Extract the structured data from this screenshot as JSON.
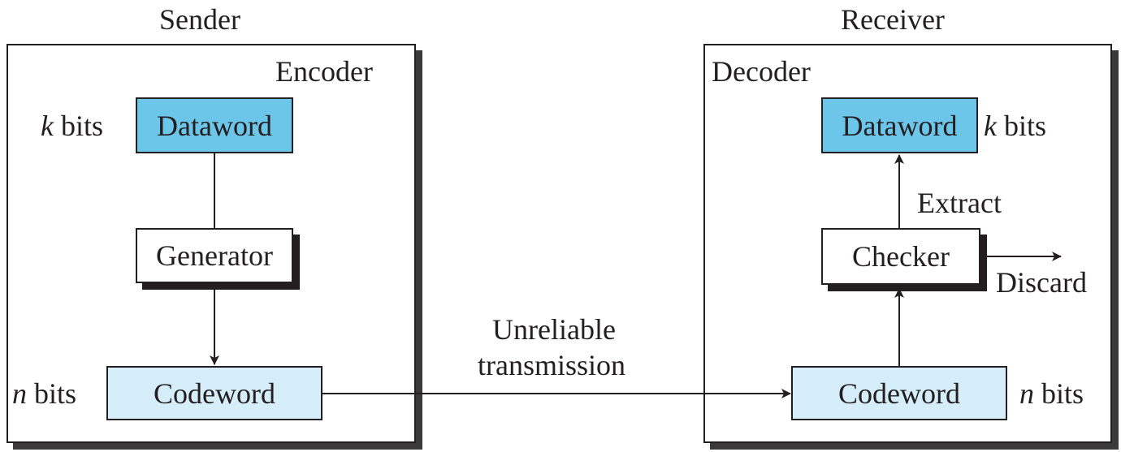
{
  "sender": {
    "title": "Sender",
    "panel_label": "Encoder",
    "dataword": "Dataword",
    "dataword_size": {
      "var": "k",
      "unit": "bits"
    },
    "generator": "Generator",
    "codeword": "Codeword",
    "codeword_size": {
      "var": "n",
      "unit": "bits"
    }
  },
  "channel": {
    "line1": "Unreliable",
    "line2": "transmission"
  },
  "receiver": {
    "title": "Receiver",
    "panel_label": "Decoder",
    "dataword": "Dataword",
    "dataword_size": {
      "var": "k",
      "unit": "bits"
    },
    "extract": "Extract",
    "checker": "Checker",
    "discard": "Discard",
    "codeword": "Codeword",
    "codeword_size": {
      "var": "n",
      "unit": "bits"
    }
  },
  "colors": {
    "dataword_fill": "#6cc6ea",
    "codeword_fill": "#d6eef9",
    "line": "#231f20"
  }
}
